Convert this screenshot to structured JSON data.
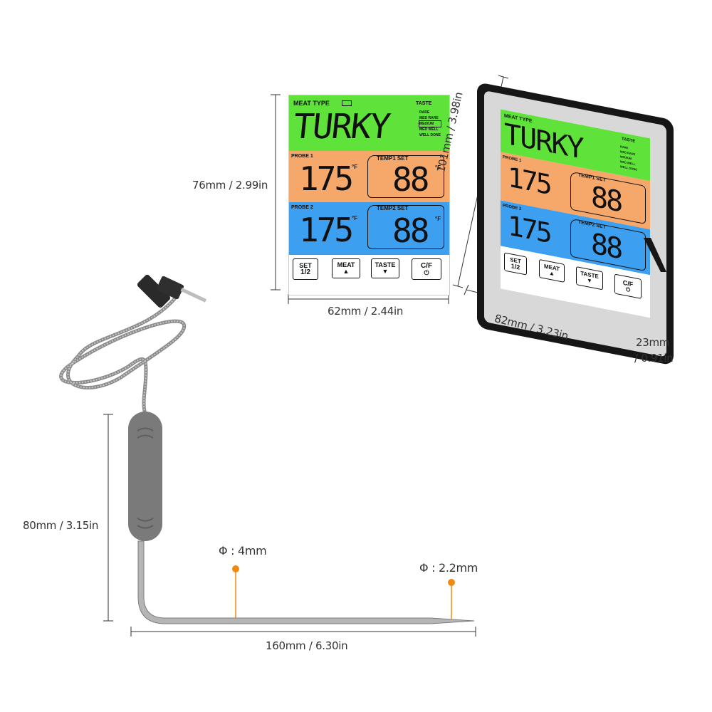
{
  "screen": {
    "meat_type_label": "MEAT TYPE",
    "taste_label": "TASTE",
    "meat_value": "TURKY",
    "taste_options": [
      "RARE",
      "MED RARE",
      "MEDIUM",
      "MED WELL",
      "WELL DONE"
    ],
    "taste_selected": "MEDIUM",
    "probe1_label": "PROBE 1",
    "probe2_label": "PROBE 2",
    "probe1_temp": "175",
    "probe2_temp": "175",
    "temp1_set_label": "TEMP1 SET",
    "temp2_set_label": "TEMP2 SET",
    "temp1_set_value": "88",
    "temp2_set_value": "88",
    "unit": "°F",
    "buttons": {
      "set_top": "SET",
      "set_bottom": "1/2",
      "meat_top": "MEAT",
      "meat_icon": "▲",
      "taste_top": "TASTE",
      "taste_icon": "▼",
      "cf_top": "C/F",
      "cf_icon": "⏻"
    }
  },
  "dimensions": {
    "screen_height": "76mm / 2.99in",
    "screen_width": "62mm / 2.44in",
    "device_height": "101mm / 3.98in",
    "device_width": "82mm / 3.23in",
    "device_depth_line1": "23mm",
    "device_depth_line2": "/ 0.91in",
    "probe_height": "80mm / 3.15in",
    "probe_length": "160mm / 6.30in",
    "diameter_thick": "Φ : 4mm",
    "diameter_thin": "Φ : 2.2mm"
  },
  "colors": {
    "green": "#5fe23a",
    "orange": "#f5a86a",
    "blue": "#3d9ff0",
    "marker": "#f08a10",
    "probe_handle": "#7a7a7a",
    "device_frame": "#161616"
  }
}
